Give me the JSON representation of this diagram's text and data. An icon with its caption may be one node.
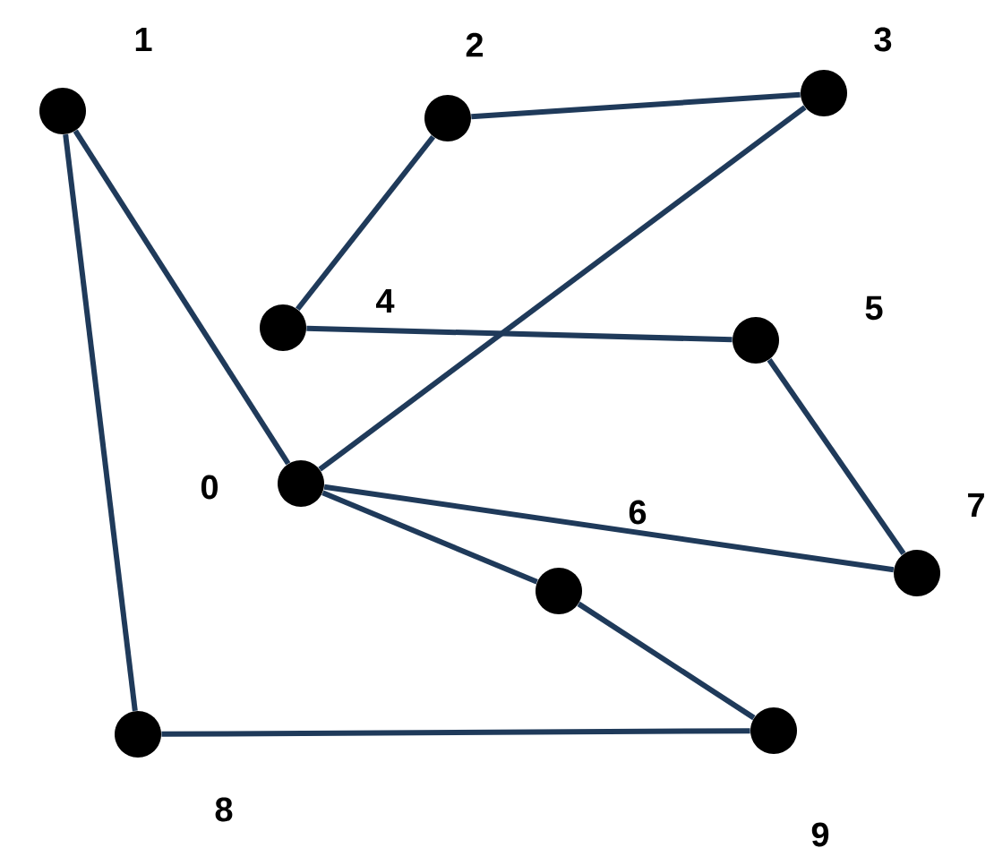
{
  "diagram": {
    "nodes": [
      {
        "text": [],
        "shape": "circle",
        "beside": [
          "0"
        ]
      },
      {
        "text": [],
        "shape": "circle",
        "beside": [
          "1"
        ]
      },
      {
        "text": [],
        "shape": "circle",
        "beside": [
          "2"
        ]
      },
      {
        "text": [],
        "shape": "circle",
        "beside": [
          "3"
        ]
      },
      {
        "text": [],
        "shape": "circle",
        "beside": [
          "4"
        ]
      },
      {
        "text": [],
        "shape": "circle",
        "beside": [
          "5"
        ]
      },
      {
        "text": [],
        "shape": "circle",
        "beside": [
          "6"
        ]
      },
      {
        "text": [],
        "shape": "circle",
        "beside": [
          "7"
        ]
      },
      {
        "text": [],
        "shape": "circle",
        "beside": [
          "8"
        ]
      },
      {
        "text": [],
        "shape": "circle",
        "beside": [
          "9"
        ]
      }
    ],
    "edges": [
      {
        "from": 1,
        "to": 0,
        "arrow": "none"
      },
      {
        "from": 1,
        "to": 8,
        "arrow": "none"
      },
      {
        "from": 2,
        "to": 3,
        "arrow": "none"
      },
      {
        "from": 2,
        "to": 4,
        "arrow": "none"
      },
      {
        "from": 3,
        "to": 0,
        "arrow": "none"
      },
      {
        "from": 4,
        "to": 5,
        "arrow": "none"
      },
      {
        "from": 5,
        "to": 7,
        "arrow": "none"
      },
      {
        "from": 0,
        "to": 7,
        "arrow": "none"
      },
      {
        "from": 0,
        "to": 6,
        "arrow": "none"
      },
      {
        "from": 6,
        "to": 9,
        "arrow": "none"
      },
      {
        "from": 8,
        "to": 9,
        "arrow": "none"
      }
    ]
  }
}
